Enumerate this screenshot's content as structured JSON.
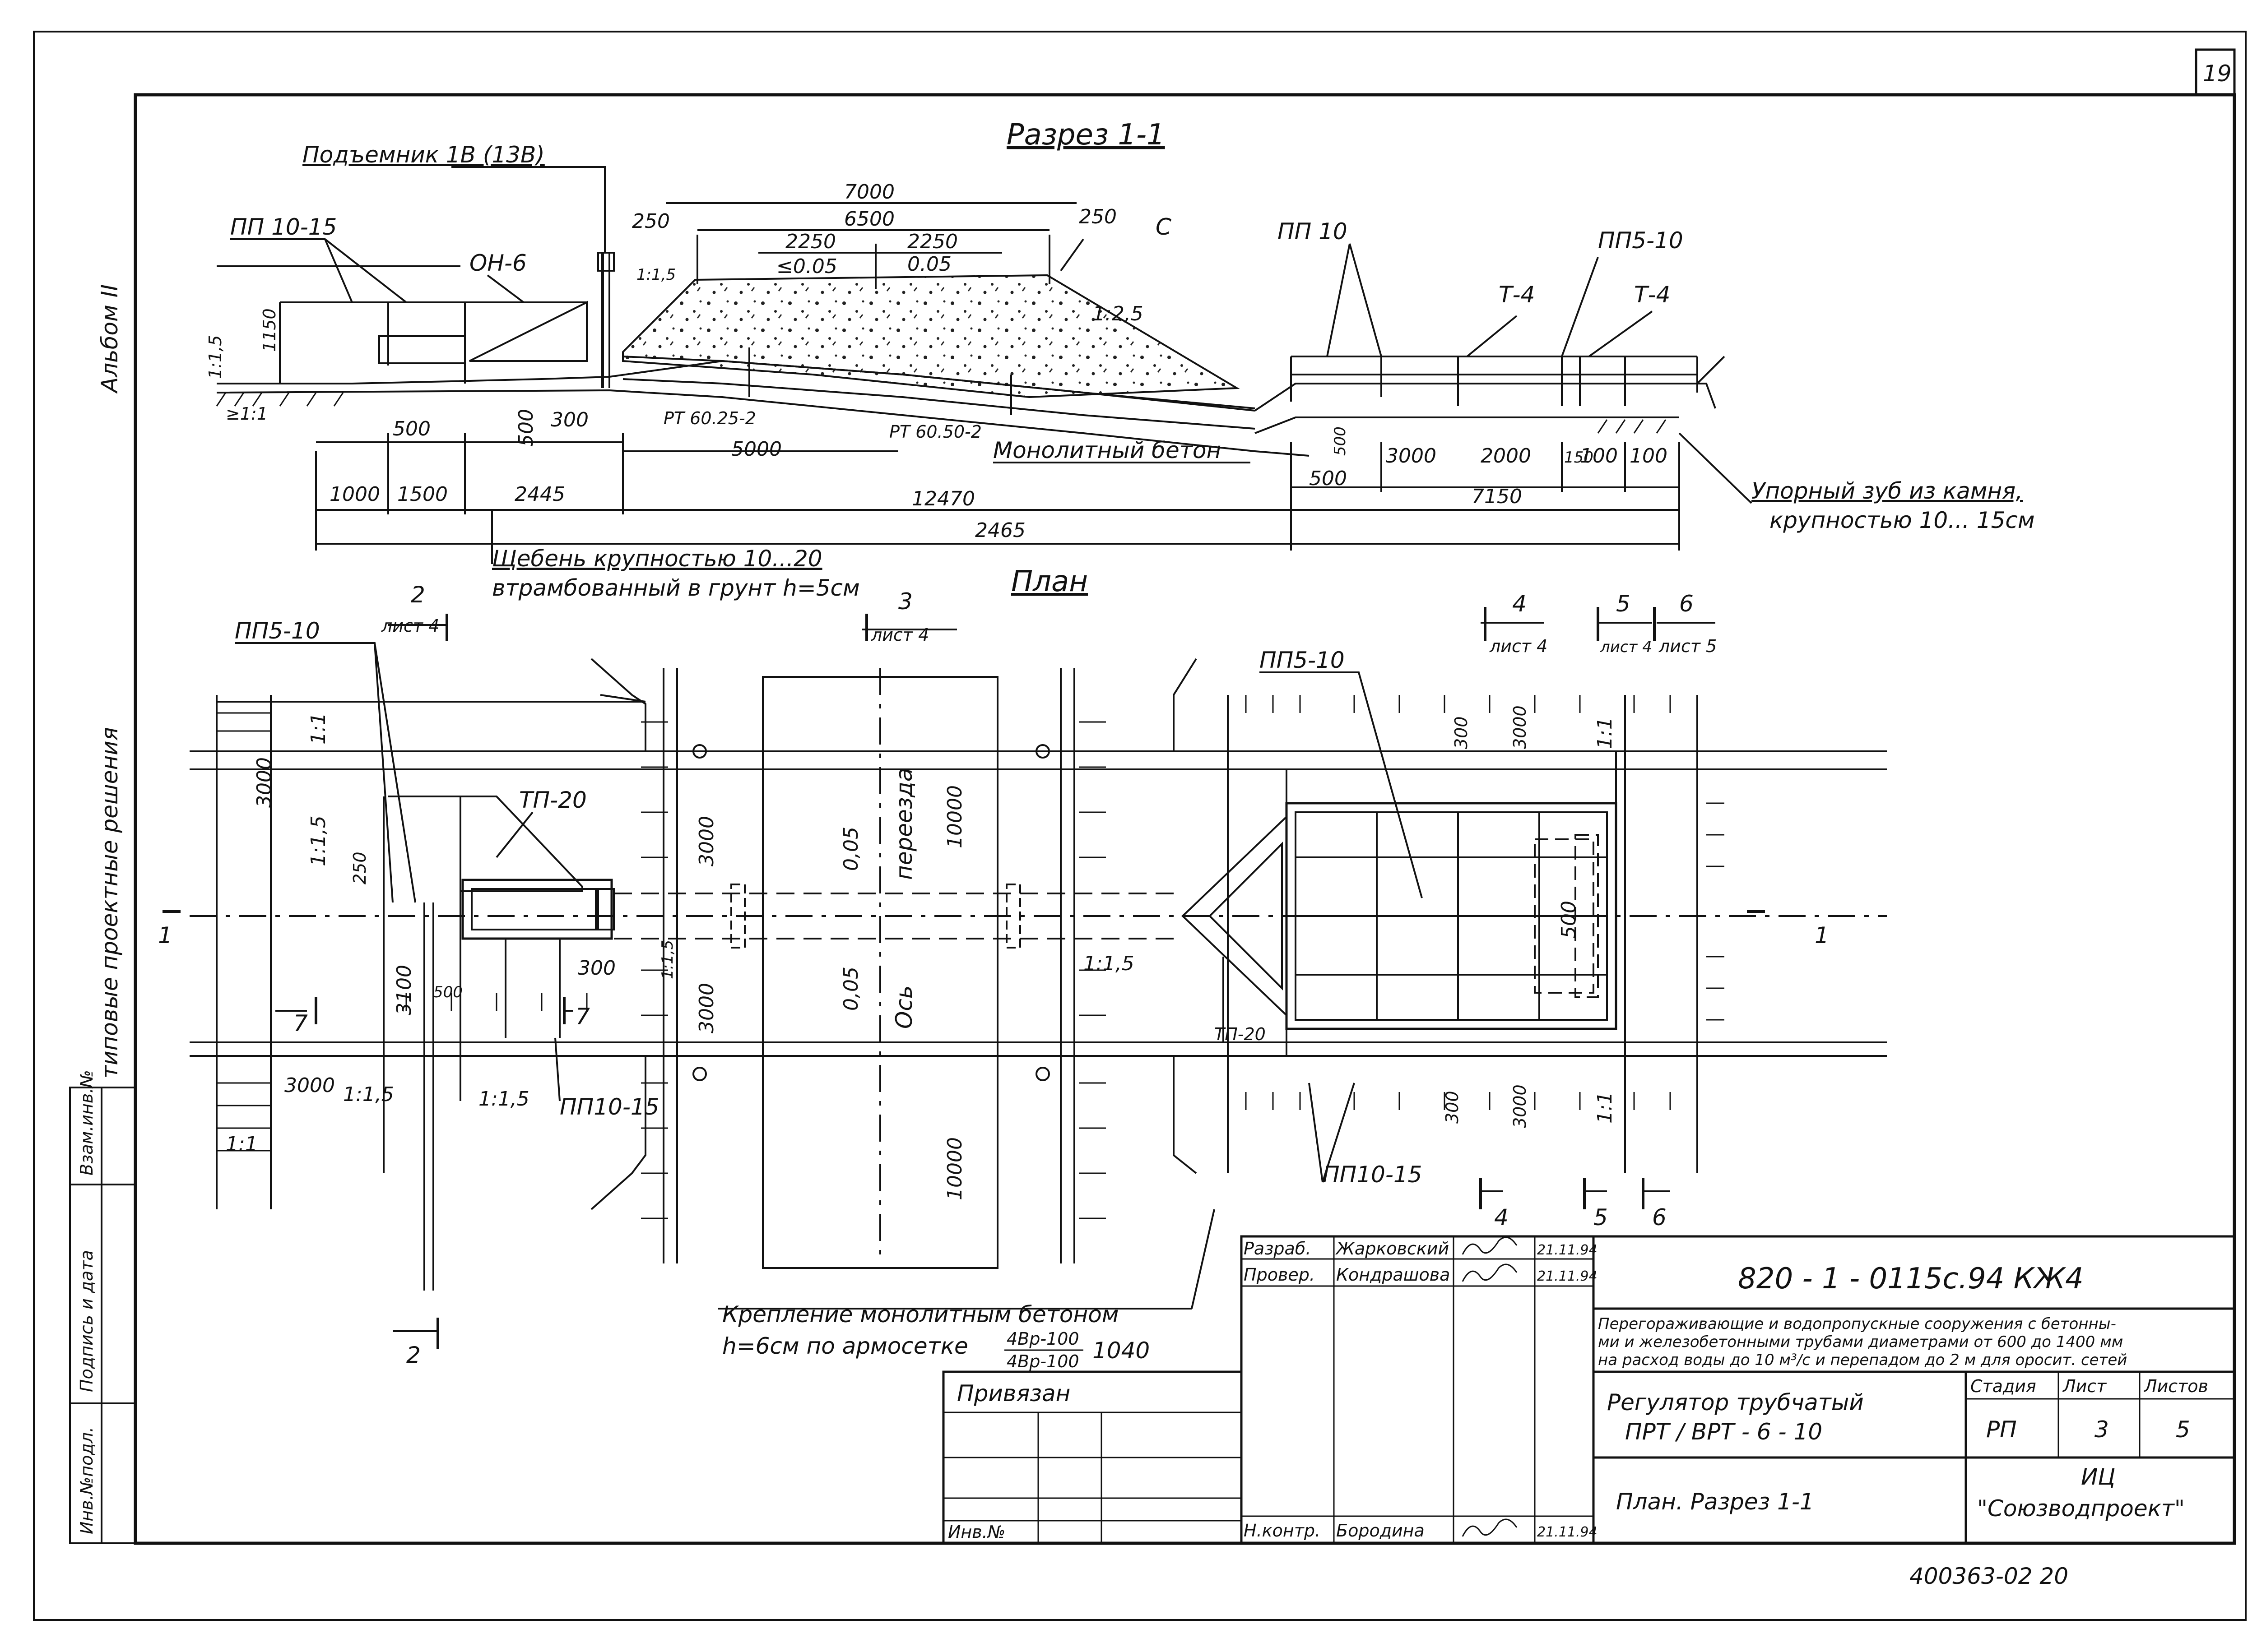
{
  "sheet": {
    "number": "19",
    "album": "Альбом II",
    "series": "типовые проектные решения"
  },
  "section": {
    "title": "Разрез 1-1",
    "labels": {
      "lift": "Подъемник 1В (13В)",
      "pp10_15": "ПП 10-15",
      "on6": "ОН-6",
      "pp10": "ПП 10",
      "pp5_10": "ПП5-10",
      "t4a": "Т-4",
      "t4b": "Т-4",
      "c": "С",
      "rt1": "РТ 60.25-2",
      "rt2": "РТ 60.50-2",
      "concrete": "Монолитный бетон",
      "tooth": "Упорный зуб из камня,",
      "tooth2": "крупностью 10... 15см",
      "gravel": "Щебень крупностью 10...20",
      "gravel2": "втрамбованный в грунт h=5см"
    },
    "dims": {
      "d7000": "7000",
      "d6500": "6500",
      "d250a": "250",
      "d250b": "250",
      "d2250a": "2250",
      "d2250b": "2250",
      "s005a": "≤0.05",
      "s005b": "0.05",
      "s115a": "1:1,5",
      "s25": "1:2,5",
      "s15": "1:1,5",
      "d1150": "1150",
      "s11": "≥1:1",
      "d500a": "500",
      "d500b": "500",
      "d300": "300",
      "d5000": "5000",
      "d1000": "1000",
      "d1500": "1500",
      "d2445": "2445",
      "d12470": "12470",
      "d24650": "2465",
      "d500c": "500",
      "d500d": "500",
      "d3000": "3000",
      "d2000": "2000",
      "d150": "150",
      "d100a": "100",
      "d100b": "100",
      "d7150": "7150"
    }
  },
  "plan": {
    "title": "План",
    "labels": {
      "pp5_10L": "ПП5-10",
      "tp20a": "ТП-20",
      "pp5_10R": "ПП5-10",
      "tp20b": "ТП-20",
      "pp10_15a": "ПП10-15",
      "pp10_15b": "ПП10-15",
      "crossing": "переезда",
      "axis": "Ось",
      "lining": "Крепление монолитным бетоном",
      "lining2": "h=6см по армосетке",
      "frac_num": "4Вр-100",
      "frac_den": "4Вр-100",
      "frac_val": "1040"
    },
    "cuts": {
      "c2": "2",
      "c2sheet": "лист 4",
      "c3": "3",
      "c3sheet": "лист 4",
      "c4": "4",
      "c4sheet": "лист 4",
      "c5": "5",
      "c5sheet": "лист 4",
      "c6": "6",
      "c6sheet": "лист 5",
      "c1L": "1",
      "c1R": "1",
      "c7a": "7",
      "c7b": "7",
      "c4b": "4",
      "c5b": "5",
      "c6b": "6",
      "c2b": "2"
    },
    "dims": {
      "p3000a": "3000",
      "p115a": "1:1,5",
      "p250": "250",
      "p3100": "3100",
      "p500": "500",
      "p300a": "300",
      "p3000b": "3000",
      "p115b": "1:1,5",
      "p115c": "1:1,5",
      "p11a": "1:1",
      "p11b": "1:1",
      "p1_5": "1:1,5",
      "p3000c": "3000",
      "p3000d": "3000",
      "p005a": "0,05",
      "p005b": "0,05",
      "p10000a": "10000",
      "p10000b": "10000",
      "p300b": "300",
      "p3000e": "3000",
      "p11c": "1:1",
      "p500b": "500",
      "p115d": "1:1,5",
      "p300c": "300",
      "p3000f": "3000",
      "p11d": "1:1"
    }
  },
  "titleblock": {
    "code": "820 - 1 - 0115с.94  КЖ4",
    "description": [
      "Перегораживающие и водопропускные сооружения с бетонны-",
      "ми и железобетонными трубами диаметрами от 600 до 1400 мм",
      "на расход воды до 10 м³/с и перепадом до 2 м для оросит. сетей"
    ],
    "object": [
      "Регулятор трубчатый",
      "ПРТ / ВРТ - 6 - 10"
    ],
    "sheet_name": "План.     Разрез 1-1",
    "stage_h": "Стадия",
    "sheet_h": "Лист",
    "sheets_h": "Листов",
    "stage": "РП",
    "sheet_no": "3",
    "sheets": "5",
    "org": [
      "ИЦ",
      "\"Союзводпроект\""
    ],
    "roles": [
      {
        "role": "Разраб.",
        "name": "Жарковский",
        "date": "21.11.94"
      },
      {
        "role": "Провер.",
        "name": "Кондрашова",
        "date": "21.11.94"
      },
      {
        "role": "Н.контр.",
        "name": "Бородина",
        "date": "21.11.94"
      }
    ],
    "bound": "Привязан",
    "inv": "Инв.№"
  },
  "side": {
    "f1": "Инв.№подл.",
    "f2": "Подпись и дата",
    "f3": "Взам.инв.№"
  },
  "bottom_code": "400363-02  20"
}
